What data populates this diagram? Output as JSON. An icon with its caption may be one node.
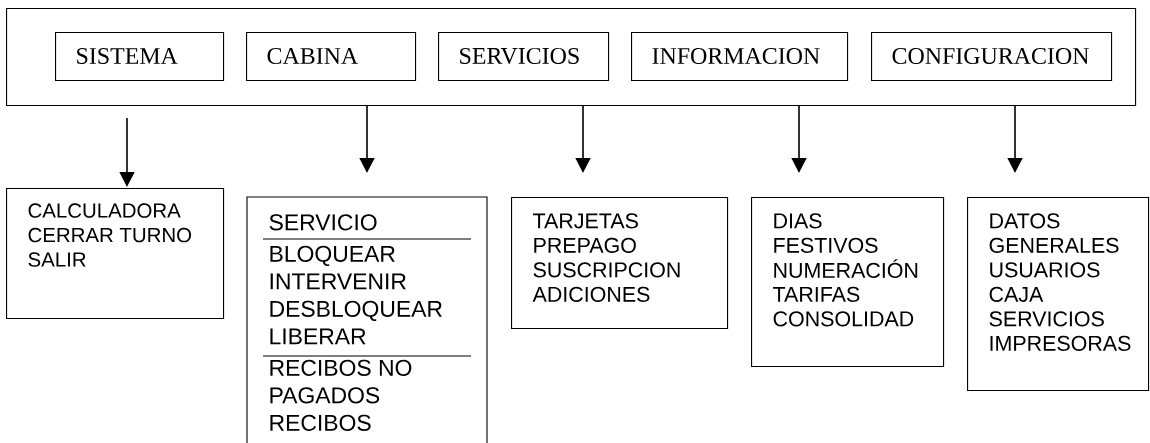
{
  "diagram": {
    "nodes": [
      {
        "text": [],
        "shape": "box"
      },
      {
        "text": [
          "SISTEMA"
        ],
        "in": 0
      },
      {
        "text": [
          "CABINA"
        ],
        "in": 0
      },
      {
        "text": [
          "SERVICIOS"
        ],
        "in": 0
      },
      {
        "text": [
          "INFORMACION"
        ],
        "in": 0
      },
      {
        "text": [
          "CONFIGURACION"
        ],
        "in": 0
      },
      {
        "text": [
          "CALCULADORA",
          "CERRAR TURNO",
          "SALIR"
        ]
      },
      {
        "text": [
          "SERVICIO",
          "BLOQUEAR",
          "INTERVENIR",
          "DESBLOQUEAR",
          "LIBERAR",
          "RECIBOS NO",
          "PAGADOS",
          "RECIBOS"
        ]
      },
      {
        "text": [
          "TARJETAS",
          "PREPAGO",
          "SUSCRIPCION",
          "ADICIONES"
        ]
      },
      {
        "text": [
          "DIAS",
          "FESTIVOS",
          "NUMERACIÓN",
          "TARIFAS",
          "CONSOLIDAD"
        ]
      },
      {
        "text": [
          "DATOS",
          "GENERALES",
          "USUARIOS",
          "CAJA",
          "SERVICIOS",
          "IMPRESORAS"
        ]
      }
    ],
    "edges": [
      {
        "from": 0,
        "to": 6,
        "arrow": "to"
      },
      {
        "from": 0,
        "to": 7,
        "arrow": "to"
      },
      {
        "from": 0,
        "to": 8,
        "arrow": "to"
      },
      {
        "from": 0,
        "to": 9,
        "arrow": "to"
      },
      {
        "from": 0,
        "to": 10,
        "arrow": "to"
      }
    ]
  }
}
